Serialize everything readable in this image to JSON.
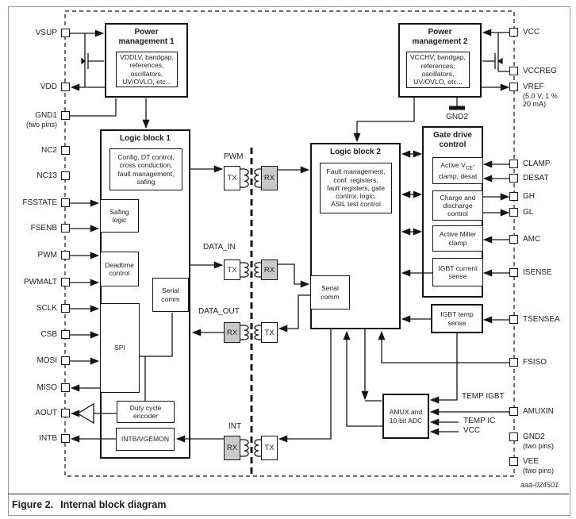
{
  "figure": {
    "label": "Figure 2.",
    "title": "Internal block diagram",
    "code": "aaa-024501"
  },
  "pins": {
    "left": [
      {
        "label": "VSUP"
      },
      {
        "label": "VDD"
      },
      {
        "label": "GND1",
        "note": "(two pins)"
      },
      {
        "label": "NC2"
      },
      {
        "label": "NC13"
      },
      {
        "label": "FSSTATE"
      },
      {
        "label": "FSENB"
      },
      {
        "label": "PWM"
      },
      {
        "label": "PWMALT"
      },
      {
        "label": "SCLK"
      },
      {
        "label": "CSB"
      },
      {
        "label": "MOSI"
      },
      {
        "label": "MISO"
      },
      {
        "label": "AOUT"
      },
      {
        "label": "INTB"
      }
    ],
    "right": [
      {
        "label": "VCC"
      },
      {
        "label": "VCCREG"
      },
      {
        "label": "VREF",
        "note": "(5.0 V, 1 %\n20 mA)"
      },
      {
        "label": "CLAMP"
      },
      {
        "label": "DESAT"
      },
      {
        "label": "GH"
      },
      {
        "label": "GL"
      },
      {
        "label": "AMC"
      },
      {
        "label": "ISENSE"
      },
      {
        "label": "TSENSEA"
      },
      {
        "label": "FSISO"
      },
      {
        "label": "AMUXIN"
      },
      {
        "label": "GND2",
        "note": "(two pins)"
      },
      {
        "label": "VEE",
        "note": "(two pins)"
      }
    ]
  },
  "blocks": {
    "pm1": {
      "title": "Power\nmanagement 1",
      "body": "VDDLV, bandgap,\nreferences,\noscillators,\nUV/OVLO, etc..."
    },
    "pm2": {
      "title": "Power\nmanagement 2",
      "body": "VCCHV, bandgap,\nreferences,\noscillators,\nUV/OVLO, etc...",
      "gnd": "GND2"
    },
    "lb1": {
      "title": "Logic block 1",
      "config": "Config, DT control,\ncross conduction,\nfault management,\nsafing",
      "safing": "Safing\nlogic",
      "deadtime": "Deadtime\ncontrol",
      "serial": "Serial\ncomm",
      "spi": "SPI",
      "duty": "Duty cycle\nencoder",
      "intb": "INTB/VGEMON"
    },
    "lb2": {
      "title": "Logic block 2",
      "fault": "Fault management,\nconf. registers,\nfault registers, gate\ncontrol, logic,\nASIL test control",
      "serial": "Serial\ncomm"
    },
    "gdc": {
      "title": "Gate drive\ncontrol",
      "vce_prefix": "Active V",
      "vce_sub": "CE",
      "vce_suffix": "-clamp, desat",
      "charge": "Charge and\ndischarge\ncontrol",
      "miller": "Active Miller\nclamp",
      "isense": "IGBT current\nsense"
    },
    "tempsense": {
      "label": "IGBT temp\nsense"
    },
    "amux": {
      "label": "AMUX and\n10-bit ADC"
    }
  },
  "channels": {
    "pwm": {
      "label": "PWM",
      "tx": "TX",
      "rx": "RX"
    },
    "data_in": {
      "label": "DATA_IN",
      "tx": "TX",
      "rx": "RX"
    },
    "data_out": {
      "label": "DATA_OUT",
      "tx": "TX",
      "rx": "RX"
    },
    "int": {
      "label": "INT",
      "tx": "TX",
      "rx": "RX"
    }
  },
  "signals": {
    "temp_igbt": "TEMP IGBT",
    "temp_ic": "TEMP IC",
    "vcc": "VCC"
  },
  "colors": {
    "rx_fill": "#c9c9c9",
    "line": "#151515"
  }
}
